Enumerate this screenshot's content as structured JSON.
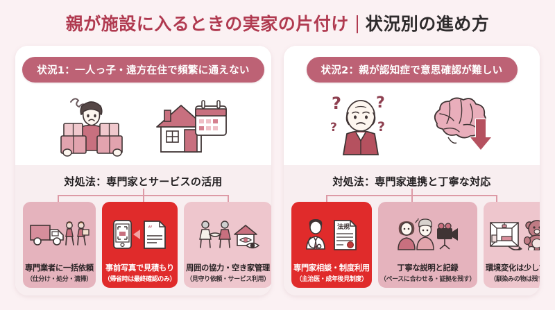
{
  "title": {
    "main": "親が施設に入るときの実家の片付け",
    "separator": "｜",
    "sub": "状況別の進め方",
    "main_color": "#b03a50",
    "sub_color": "#2e2b2c"
  },
  "theme": {
    "background": "#fbf1f3",
    "panel_background": "#ffffff",
    "panel_bottom_background": "#f8eef0",
    "pill_color": "#bd6275",
    "card_color": "#e5b3bd",
    "card_soft_color": "#eec6cd",
    "highlight_color": "#e02b2b",
    "connector_color": "#dd9aa6"
  },
  "panels": [
    {
      "situation_label": "状況1：一人っ子・遠方在住で頻繁に通えない",
      "illustration": [
        "worried-person-with-boxes-icon",
        "house-with-calendar-icon"
      ],
      "strategy_label": "対処法：専門家とサービスの活用",
      "cards": [
        {
          "title": "専門業者に一括依頼",
          "sub": "（仕分け・処分・清掃）",
          "style": "normal",
          "icons": [
            "moving-truck-icon",
            "movers-icon"
          ]
        },
        {
          "title": "事前写真で見積もり",
          "sub": "（帰省時は最終確認のみ）",
          "style": "highlight",
          "icons": [
            "smartphone-camera-icon",
            "quote-document-icon"
          ]
        },
        {
          "title": "周囲の協力・空き家管理",
          "sub": "（見守り依頼・サービス利用）",
          "style": "soft",
          "icons": [
            "handshake-icon",
            "house-watch-eye-icon"
          ]
        }
      ]
    },
    {
      "situation_label": "状況2：親が認知症で意思確認が難しい",
      "illustration": [
        "confused-elderly-person-icon",
        "brain-decline-arrow-icon"
      ],
      "strategy_label": "対処法：専門家連携と丁寧な対応",
      "cards": [
        {
          "title": "専門家相談・制度利用",
          "sub": "（主治医・成年後見制度）",
          "style": "highlight",
          "icons": [
            "doctor-icon",
            "legal-document-icon"
          ],
          "icon_label": "法規"
        },
        {
          "title": "丁寧な説明と記録",
          "sub": "（ペースに合わせる・証拠を残す）",
          "style": "normal",
          "icons": [
            "caregiver-explaining-icon",
            "video-camera-icon"
          ]
        },
        {
          "title": "環境変化は少しずつ",
          "sub": "（馴染みの物は残す）",
          "style": "soft",
          "icons": [
            "room-interior-icon",
            "teddy-bear-icon"
          ]
        }
      ]
    }
  ]
}
